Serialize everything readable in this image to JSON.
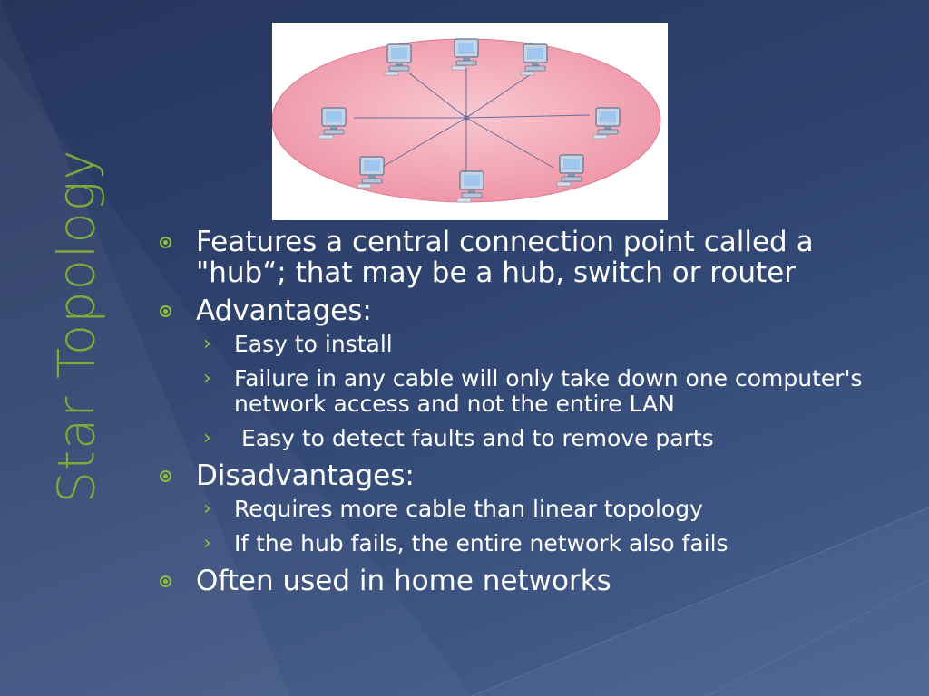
{
  "slide": {
    "title": "Star Topology",
    "accent_color": "#7ea83a",
    "bullet_color": "#8cbf3a",
    "text_color": "#ffffff"
  },
  "figure": {
    "node_icon": "computer-icon",
    "node_count": 8,
    "base_color": "#f0a4b4"
  },
  "bullets": [
    {
      "text": "Features a central connection point called a \"hub“; that may be a hub, switch or router",
      "sub": []
    },
    {
      "text": "Advantages:",
      "sub": [
        "Easy to install",
        "Failure in any cable will only take down one computer's network access and not the entire LAN",
        " Easy to detect faults and to remove parts"
      ]
    },
    {
      "text": "Disadvantages:",
      "sub": [
        "Requires more cable than linear topology",
        "If the hub fails, the entire network also fails"
      ]
    },
    {
      "text": "Often used in home networks",
      "sub": []
    }
  ]
}
